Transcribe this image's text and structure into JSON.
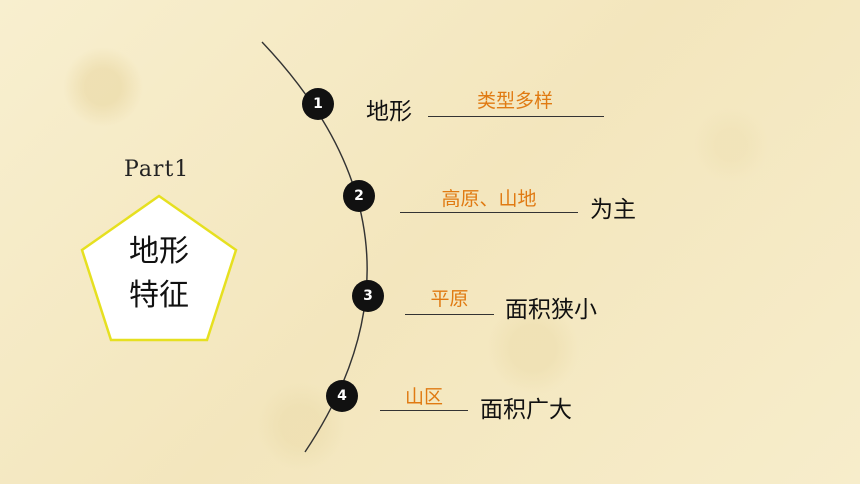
{
  "part": {
    "label": "Part1"
  },
  "title": {
    "line1": "地形",
    "line2": "特征"
  },
  "items": [
    {
      "number": "1",
      "prefix": "地形",
      "answer": "类型多样",
      "suffix": ""
    },
    {
      "number": "2",
      "prefix": "",
      "answer": "高原、山地",
      "suffix": "为主"
    },
    {
      "number": "3",
      "prefix": "",
      "answer": "平原",
      "suffix": "面积狭小"
    },
    {
      "number": "4",
      "prefix": "",
      "answer": "山区",
      "suffix": "面积广大"
    }
  ],
  "colors": {
    "answer": "#e07a12",
    "badge": "#111111",
    "pentagon_border": "#e6e020"
  }
}
